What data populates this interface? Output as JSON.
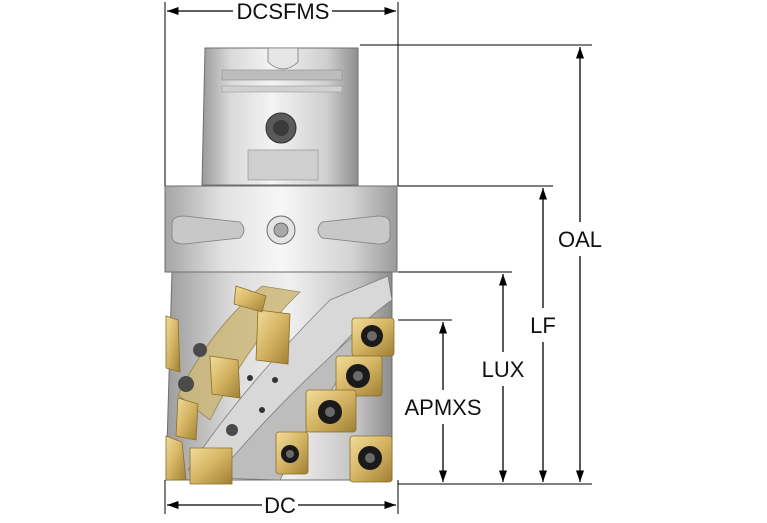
{
  "dimensions": {
    "dcsfms": "DCSFMS",
    "oal": "OAL",
    "lf": "LF",
    "lux": "LUX",
    "apmxs": "APMXS",
    "dc": "DC"
  },
  "colors": {
    "steel_light": "#e6e6e6",
    "steel_mid": "#bdbdbd",
    "steel_dark": "#8a8a8a",
    "insert_gold": "#d4b463",
    "insert_gold_dark": "#a8893a",
    "screw_black": "#1a1a1a"
  }
}
